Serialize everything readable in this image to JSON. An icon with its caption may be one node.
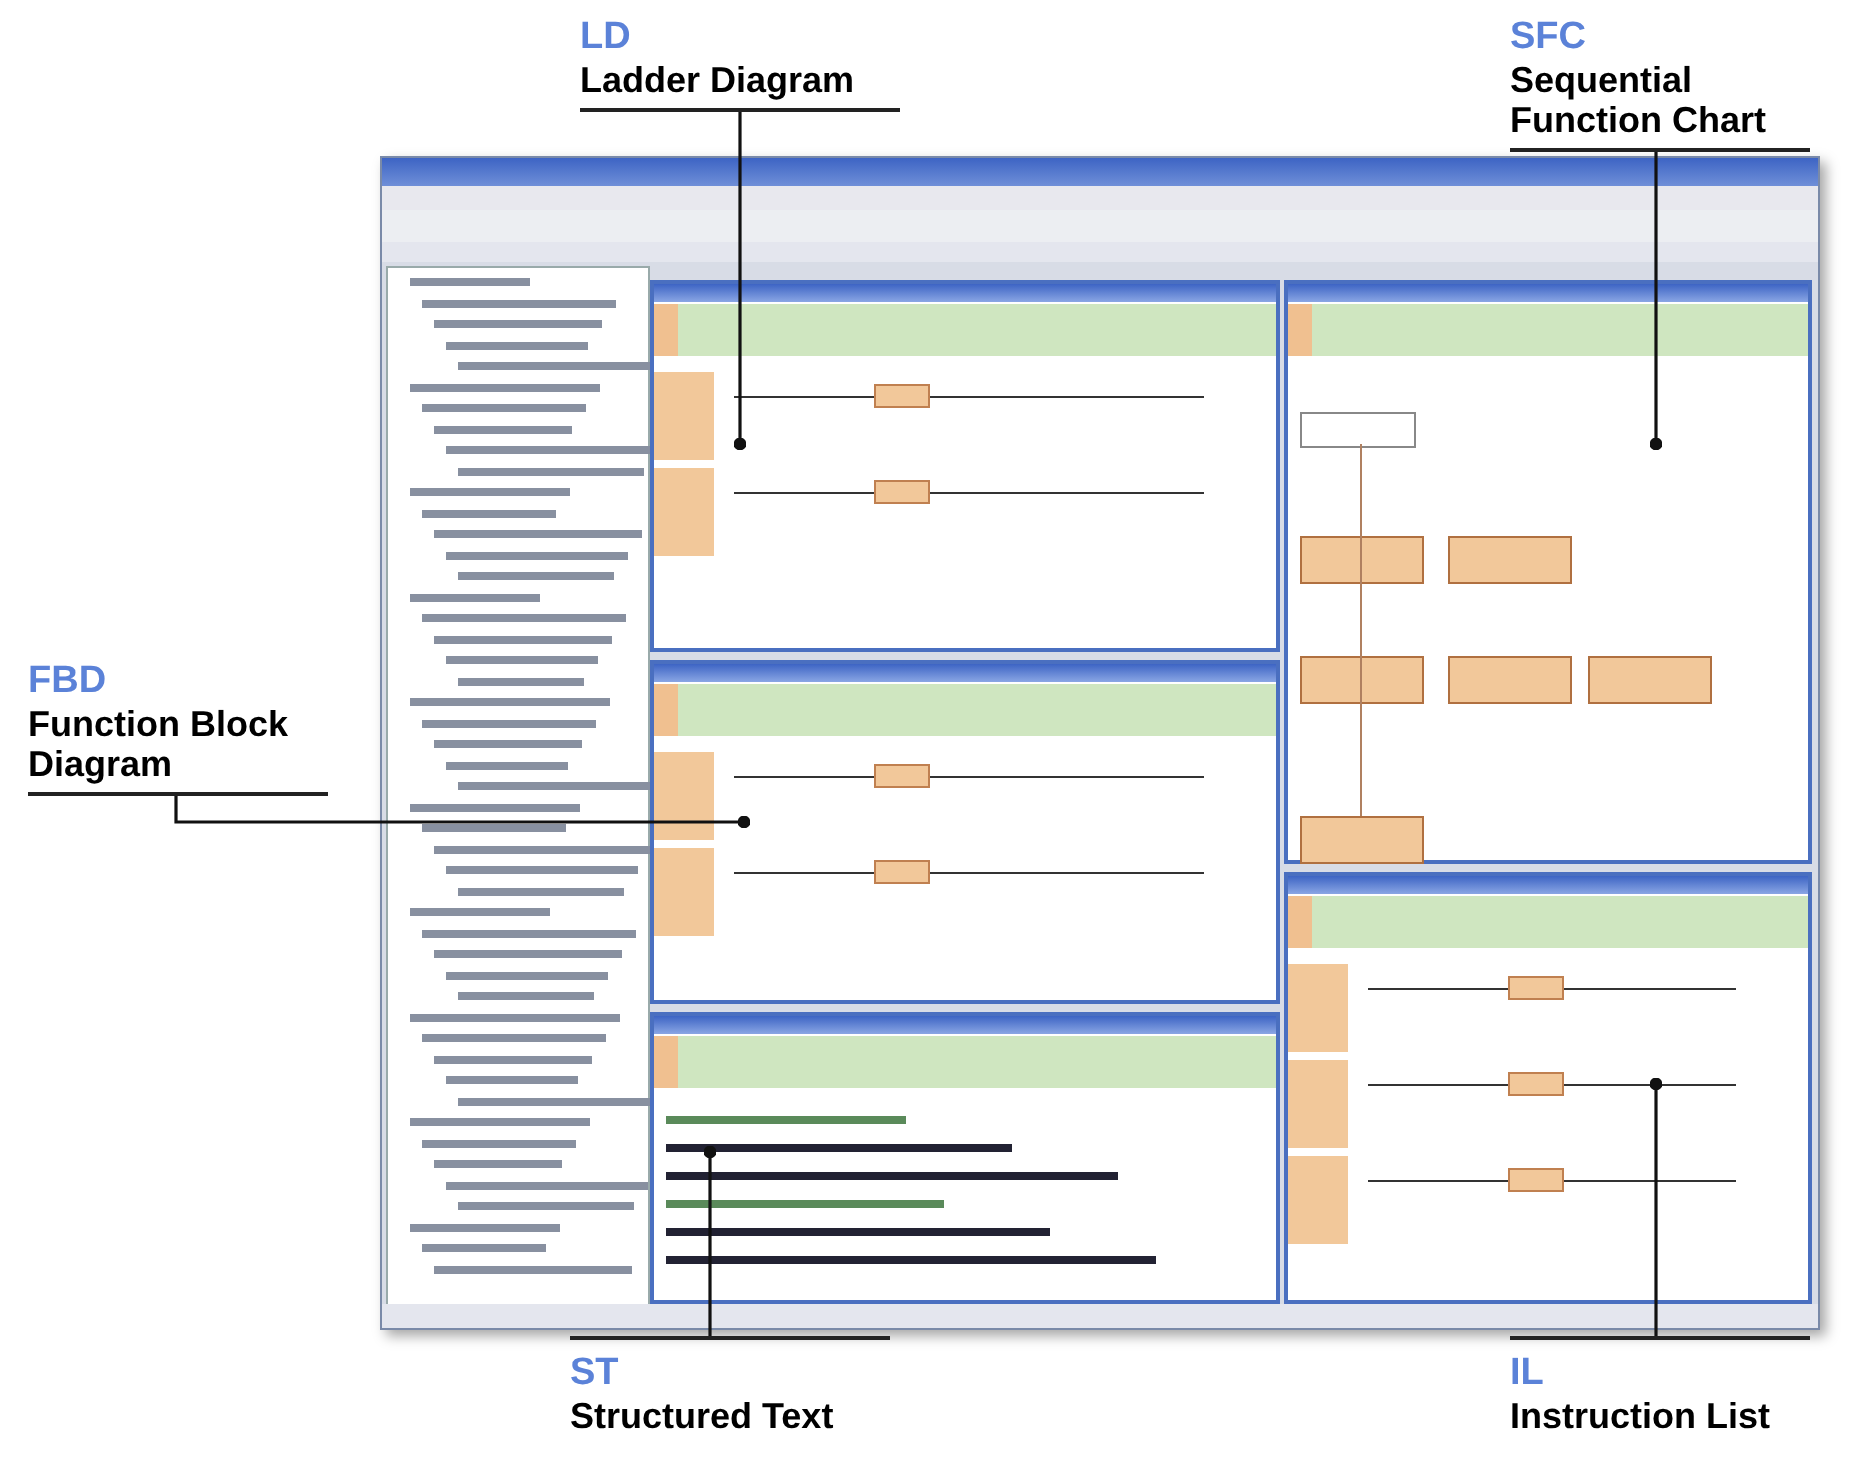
{
  "diagram": {
    "nodes": [
      {
        "text": [],
        "shape": "picture"
      },
      {
        "text": [],
        "shape": "box",
        "in": 0
      },
      {
        "text": [],
        "shape": "box",
        "in": 0
      },
      {
        "text": [],
        "shape": "box",
        "in": 0
      },
      {
        "text": [],
        "shape": "box",
        "in": 0
      },
      {
        "text": [],
        "shape": "box",
        "in": 0
      },
      {
        "text": [
          "LD",
          "Ladder Diagram"
        ]
      },
      {
        "text": [
          "SFC",
          "Sequential Function Chart"
        ]
      },
      {
        "text": [
          "FBD",
          "Function Block Diagram"
        ]
      },
      {
        "text": [
          "ST",
          "Structured Text"
        ]
      },
      {
        "text": [
          "IL",
          "Instruction List"
        ]
      }
    ],
    "edges": [
      {
        "from": 6,
        "to": 1,
        "arrow": "other"
      },
      {
        "from": 7,
        "to": 2,
        "arrow": "other"
      },
      {
        "from": 8,
        "to": 3,
        "arrow": "other"
      },
      {
        "from": 9,
        "to": 4,
        "arrow": "other"
      },
      {
        "from": 10,
        "to": 5,
        "arrow": "other"
      }
    ]
  }
}
